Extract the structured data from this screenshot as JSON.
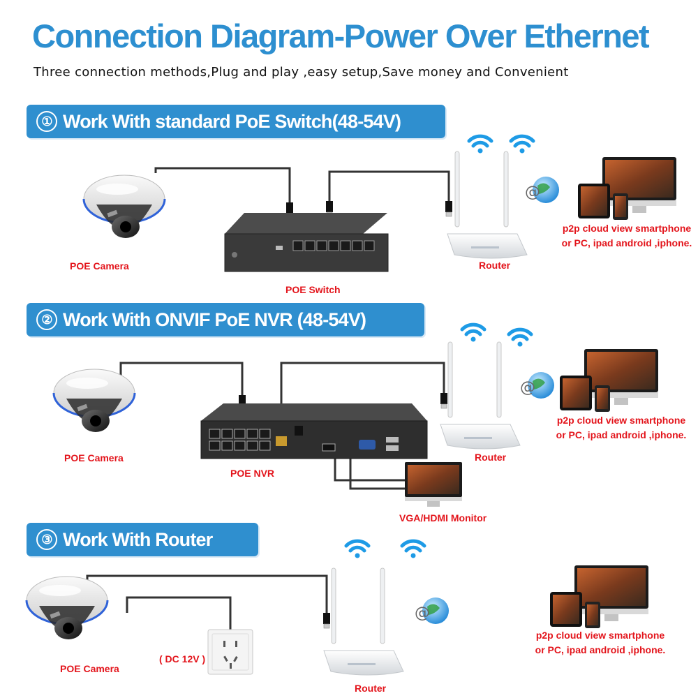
{
  "header": {
    "title": "Connection Diagram-Power Over Ethernet",
    "subtitle": "Three connection methods,Plug and play ,easy setup,Save money and Convenient"
  },
  "sections": [
    {
      "number": "①",
      "heading": "Work With standard PoE Switch(48-54V)",
      "labels": {
        "camera": "POE Camera",
        "hub": "POE Switch",
        "router": "Router",
        "p2p_line1": "p2p cloud  view smartphone",
        "p2p_line2": "or PC, ipad android ,iphone."
      }
    },
    {
      "number": "②",
      "heading": "Work With ONVIF PoE NVR (48-54V)",
      "labels": {
        "camera": "POE Camera",
        "hub": "POE NVR",
        "router": "Router",
        "monitor": "VGA/HDMI Monitor",
        "p2p_line1": "p2p cloud  view smartphone",
        "p2p_line2": "or PC, ipad android ,iphone."
      }
    },
    {
      "number": "③",
      "heading": "Work With Router",
      "labels": {
        "camera": "POE Camera",
        "dc": "( DC 12V )",
        "router": "Router",
        "p2p_line1": "p2p cloud  view smartphone",
        "p2p_line2": "or PC, ipad android ,iphone."
      }
    }
  ],
  "colors": {
    "title": "#2d8fd0",
    "banner": "#2f8fcf",
    "label": "#e3141b",
    "wifi": "#1e9be6"
  },
  "icons": [
    "dome-camera-icon",
    "poe-switch-icon",
    "nvr-icon",
    "router-icon",
    "wifi-icon",
    "cloud-globe-icon",
    "monitor-icon",
    "tablet-icon",
    "phone-icon",
    "power-outlet-icon",
    "ethernet-plug-icon"
  ]
}
